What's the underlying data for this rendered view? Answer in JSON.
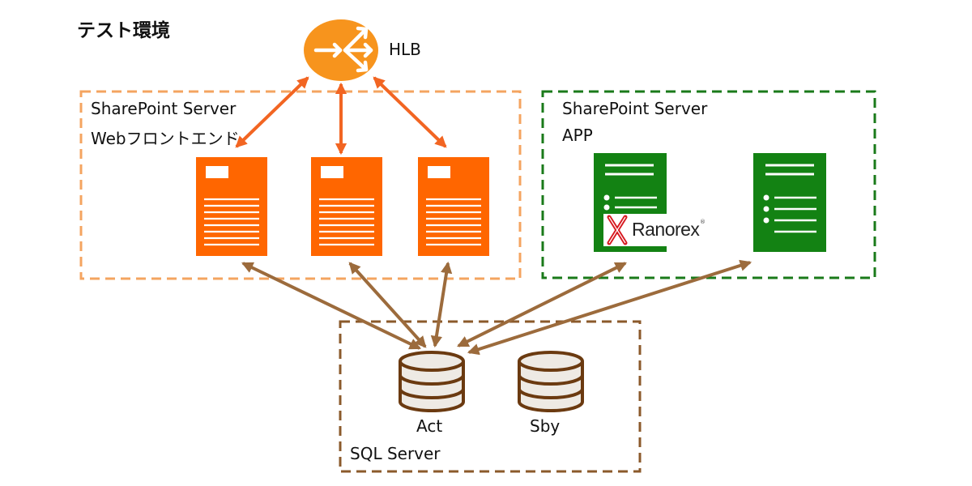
{
  "title": "テスト環境",
  "hlb": {
    "label": "HLB",
    "icon": "load-balancer-router-icon",
    "color": "#F7941D"
  },
  "web_group": {
    "label_line1": "SharePoint Server",
    "label_line2": "Webフロントエンド",
    "border_color": "#F4A460",
    "server_color": "#FF6600",
    "server_count": 3,
    "server_icon": "web-server-icon"
  },
  "app_group": {
    "label_line1": "SharePoint Server",
    "label_line2": "APP",
    "border_color": "#1A7A1A",
    "server_color": "#138213",
    "server_count": 2,
    "server_icon": "app-server-icon",
    "tool_logo": {
      "text": "Ranorex",
      "mark": "®"
    }
  },
  "sql_group": {
    "label": "SQL Server",
    "border_color": "#8B5A2B",
    "databases": [
      {
        "label": "Act",
        "icon": "database-icon"
      },
      {
        "label": "Sby",
        "icon": "database-icon"
      }
    ],
    "db_stroke": "#6B3A10",
    "db_fill": "#EEEAE4"
  },
  "connector_colors": {
    "hlb_to_web": "#F26522",
    "servers_to_sql": "#9C6B3C"
  }
}
